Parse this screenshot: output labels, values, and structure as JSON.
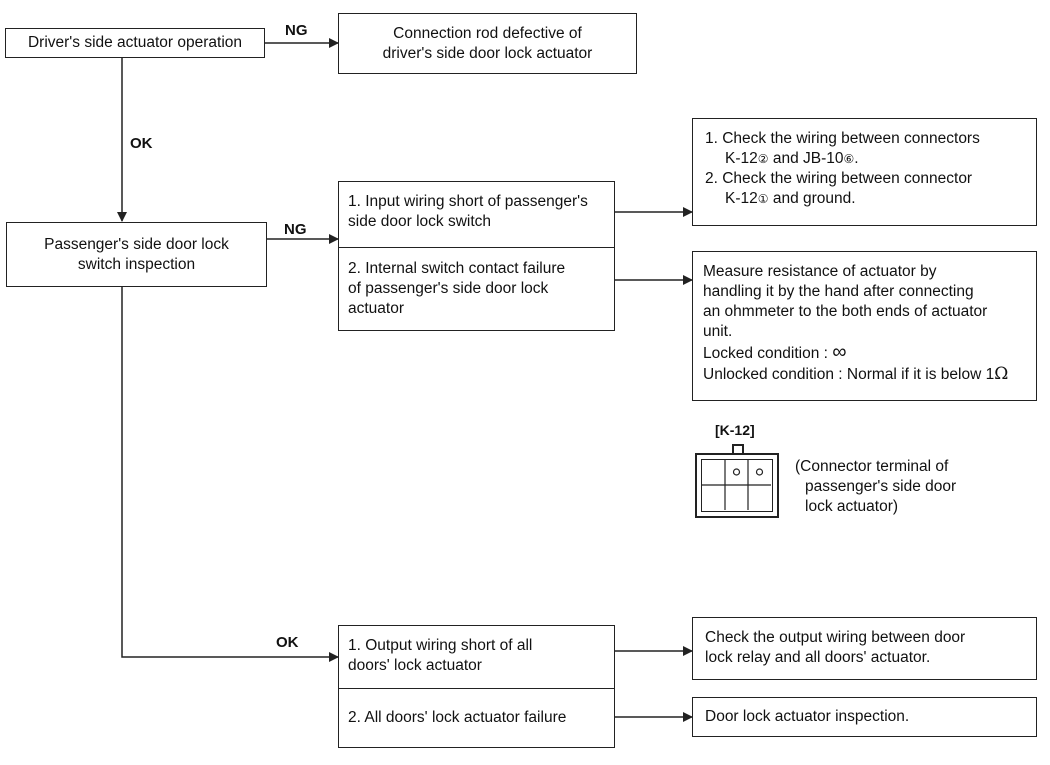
{
  "nodes": {
    "driver_check": "Driver's side actuator operation",
    "driver_fault": [
      "Connection rod defective of",
      "driver's side door lock actuator"
    ],
    "pass_switch": [
      "Passenger's side door lock",
      "switch inspection"
    ],
    "pass_causes": {
      "c1": [
        "1. Input wiring short of passenger's",
        "side door lock switch"
      ],
      "c2": [
        "2. Internal switch contact failure",
        "of passenger's side door lock",
        "actuator"
      ]
    },
    "wiring_check": {
      "l1": "1. Check the wiring between connectors",
      "l2a": "K-12",
      "l2b": "②",
      "l2c": " and JB-10",
      "l2d": "⑥",
      "l2e": ".",
      "l3": "2. Check the wiring between connector",
      "l4a": "K-12",
      "l4b": "①",
      "l4c": " and ground."
    },
    "measure": {
      "lines": [
        "Measure resistance of actuator by",
        "handling it by the hand after connecting",
        "an ohmmeter to the both ends of actuator",
        "unit."
      ],
      "locked_label": "Locked condition : ",
      "locked_value": "∞",
      "unlocked_label": "Unlocked condition : Normal if it is below 1",
      "unlocked_unit": "Ω"
    },
    "connector": {
      "label": "[K-12]",
      "caption": [
        "(Connector terminal of",
        "passenger's side door",
        "lock actuator)"
      ]
    },
    "output_causes": {
      "c1": [
        "1. Output wiring short of all",
        "doors' lock actuator"
      ],
      "c2": "2. All doors' lock actuator failure"
    },
    "output_check": [
      "Check the output wiring between door",
      "lock relay and all doors' actuator."
    ],
    "actuator_insp": "Door lock actuator inspection."
  },
  "edge_labels": {
    "ng1": "NG",
    "ok1": "OK",
    "ng2": "NG",
    "ok2": "OK"
  }
}
